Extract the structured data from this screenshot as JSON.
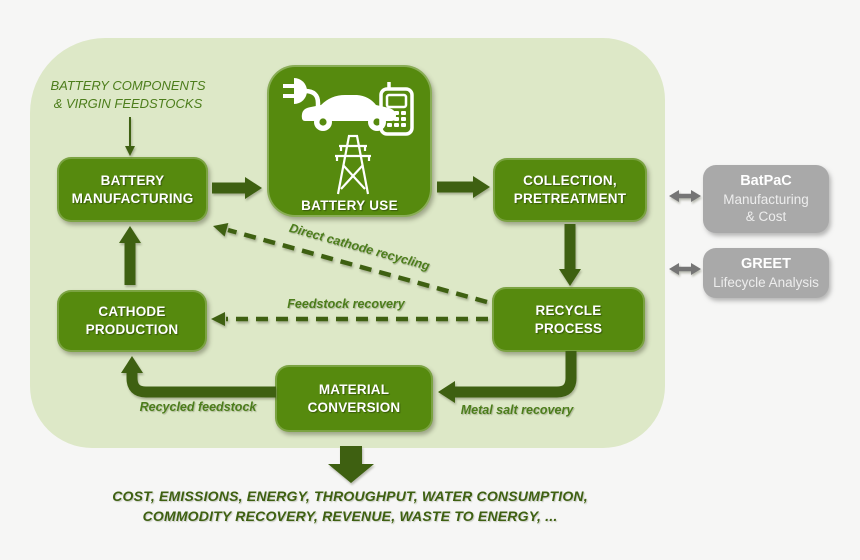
{
  "palette": {
    "background": "#f6f6f5",
    "panel_green": "#dde8c7",
    "box_green": "#568a0e",
    "arrow_dark_green": "#3e6011",
    "label_green": "#4c7d1b",
    "gray_box": "#a9a9a9",
    "gray_arrow": "#757575",
    "box_text": "#ffffff"
  },
  "panel_title": {
    "line1": "BATTERY COMPONENTS",
    "line2": "& VIRGIN FEEDSTOCKS"
  },
  "boxes": {
    "battery_manufacturing": {
      "line1": "BATTERY",
      "line2": "MANUFACTURING"
    },
    "battery_use": {
      "label": "BATTERY USE",
      "icons": [
        "plug-icon",
        "ev-car-icon",
        "cell-phone-icon",
        "transmission-tower-icon"
      ]
    },
    "collection_pretreatment": {
      "line1": "COLLECTION,",
      "line2": "PRETREATMENT"
    },
    "recycle_process": {
      "line1": "RECYCLE",
      "line2": "PROCESS"
    },
    "cathode_production": {
      "line1": "CATHODE",
      "line2": "PRODUCTION"
    },
    "material_conversion": {
      "line1": "MATERIAL",
      "line2": "CONVERSION"
    }
  },
  "external_tools": [
    {
      "title": "BatPaC",
      "subtitle_lines": [
        "Manufacturing",
        "& Cost"
      ]
    },
    {
      "title": "GREET",
      "subtitle_lines": [
        "Lifecycle Analysis"
      ]
    }
  ],
  "flow_labels": {
    "direct_cathode_recycling": "Direct cathode recycling",
    "feedstock_recovery": "Feedstock recovery",
    "recycled_feedstock": "Recycled feedstock",
    "metal_salt_recovery": "Metal salt recovery"
  },
  "outputs": {
    "line1": "COST, EMISSIONS, ENERGY, THROUGHPUT, WATER CONSUMPTION,",
    "line2": "COMMODITY RECOVERY, REVENUE, WASTE TO ENERGY, ..."
  }
}
